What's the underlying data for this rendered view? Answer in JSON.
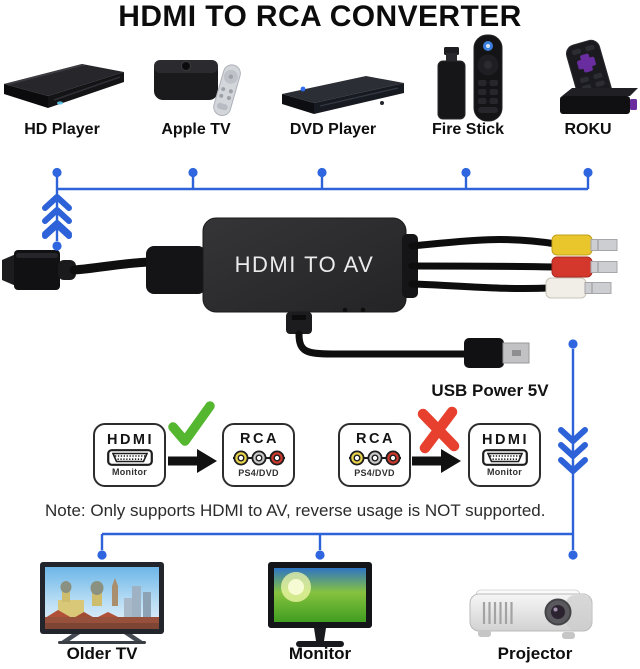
{
  "title": "HDMI TO RCA CONVERTER",
  "source_devices": [
    {
      "label": "HD Player"
    },
    {
      "label": "Apple TV"
    },
    {
      "label": "DVD Player"
    },
    {
      "label": "Fire Stick"
    },
    {
      "label": "ROKU"
    }
  ],
  "converter": {
    "label": "HDMI TO AV",
    "usb_label": "USB Power 5V"
  },
  "compatibility": {
    "supported": {
      "from": {
        "title": "HDMI",
        "subtitle": "Monitor"
      },
      "to": {
        "title": "RCA",
        "subtitle": "PS4/DVD"
      }
    },
    "unsupported": {
      "from": {
        "title": "RCA",
        "subtitle": "PS4/DVD"
      },
      "to": {
        "title": "HDMI",
        "subtitle": "Monitor"
      }
    }
  },
  "note": "Note: Only supports HDMI to AV, reverse usage is NOT supported.",
  "output_devices": [
    {
      "label": "Older TV"
    },
    {
      "label": "Monitor"
    },
    {
      "label": "Projector"
    }
  ],
  "icons": {
    "supported": "check-icon",
    "unsupported": "cross-icon",
    "flow": "arrow-right-icon"
  },
  "colors": {
    "line_blue": "#2d62d8",
    "dot_blue": "#2f66e0",
    "check_green": "#55b72f",
    "cross_red": "#e8402e",
    "rca_yellow": "#e9c62c",
    "rca_red": "#d4372b",
    "rca_white": "#f1eee7",
    "box_dark": "#2e2e30"
  }
}
